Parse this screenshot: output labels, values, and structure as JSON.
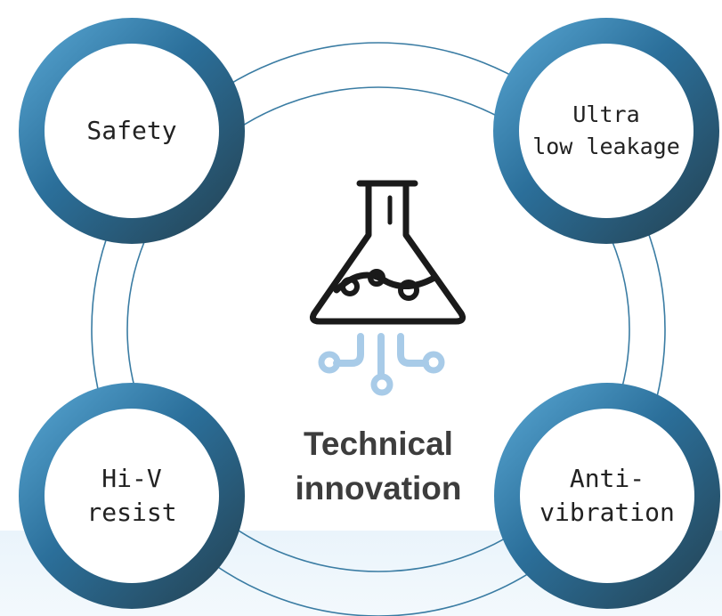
{
  "diagram": {
    "center_label": "Technical\ninnovation",
    "nodes": [
      {
        "id": "top-left",
        "label": "Safety"
      },
      {
        "id": "top-right",
        "label": "Ultra\nlow leakage"
      },
      {
        "id": "bottom-left",
        "label": "Hi-V\nresist"
      },
      {
        "id": "bottom-right",
        "label": "Anti-\nvibration"
      }
    ],
    "center_icon": "lab-flask-circuit-icon",
    "colors": {
      "node_gradient_start": "#5aa9d6",
      "node_gradient_mid": "#2b6f9a",
      "node_gradient_end": "#24404f",
      "ring": "#3a7ca3",
      "circuit": "#a8cbe8",
      "flask": "#1a1a1a",
      "title": "#3d3d3d",
      "band": "#eaf4fb"
    }
  }
}
